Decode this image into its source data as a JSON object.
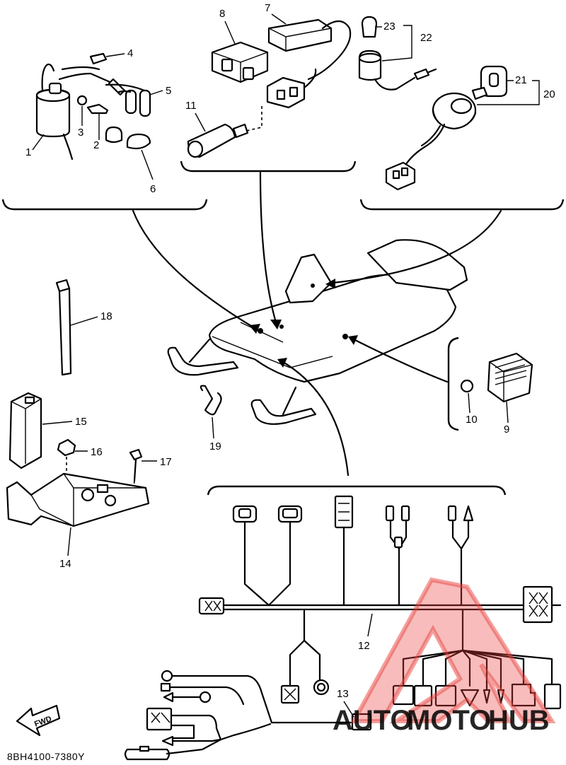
{
  "diagram_code": "8BH4100-7380Y",
  "fwd_label": "FWD",
  "callouts": {
    "c1": "1",
    "c2": "2",
    "c3": "3",
    "c4": "4",
    "c5": "5",
    "c6": "6",
    "c7": "7",
    "c8": "8",
    "c9": "9",
    "c10": "10",
    "c11": "11",
    "c12": "12",
    "c13": "13",
    "c14": "14",
    "c15": "15",
    "c16": "16",
    "c17": "17",
    "c18": "18",
    "c19": "19",
    "c20": "20",
    "c21": "21",
    "c22": "22",
    "c23": "23"
  },
  "watermark": {
    "auto": "AUTO",
    "moto": "MOTO",
    "hub": "HUB",
    "color_red": "#e8403c",
    "color_orange": "#f2a33a",
    "color_gray": "#8a8a8a"
  }
}
